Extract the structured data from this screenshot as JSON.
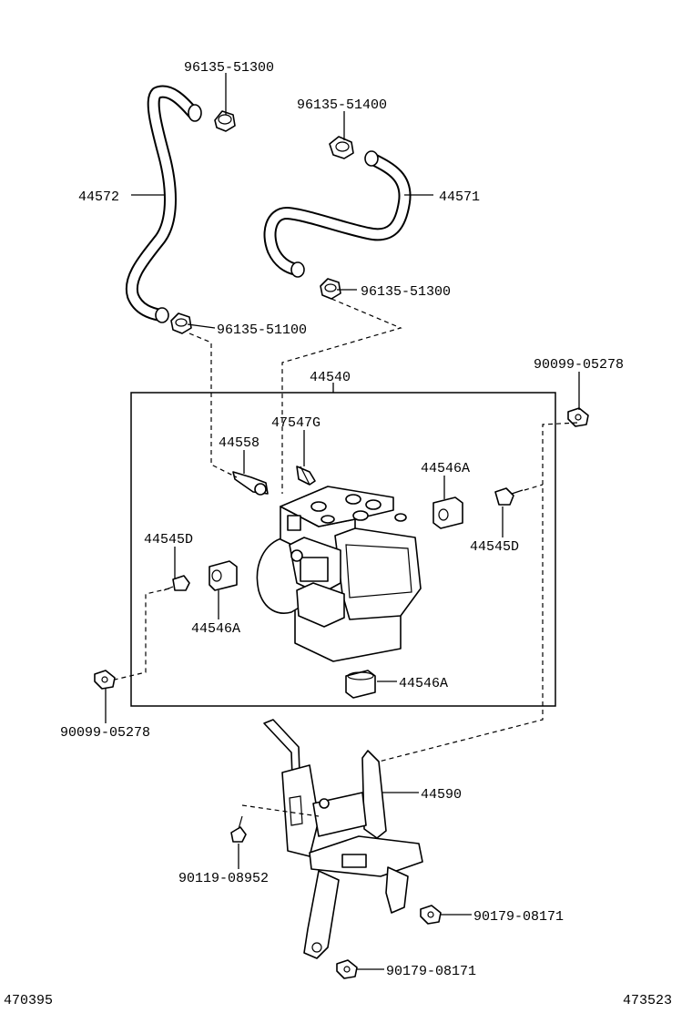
{
  "labels": {
    "clip_top_left": "96135-51300",
    "clip_top_right": "96135-51400",
    "hose_left": "44572",
    "hose_right": "44571",
    "clip_mid_right": "96135-51300",
    "clip_mid_left": "96135-51100",
    "nut_top_right": "90099-05278",
    "actuator_assy": "44540",
    "valve_47547g": "47547G",
    "sensor_44558": "44558",
    "cushion_top_right": "44546A",
    "bolt_right": "44545D",
    "bolt_left": "44545D",
    "cushion_left": "44546A",
    "cushion_bottom": "44546A",
    "nut_bottom_left": "90099-05278",
    "bracket": "44590",
    "bolt_bracket_left": "90119-08952",
    "nut_bracket_right": "90179-08171",
    "nut_bracket_bottom": "90179-08171",
    "ref_left": "470395",
    "ref_right": "473523"
  }
}
